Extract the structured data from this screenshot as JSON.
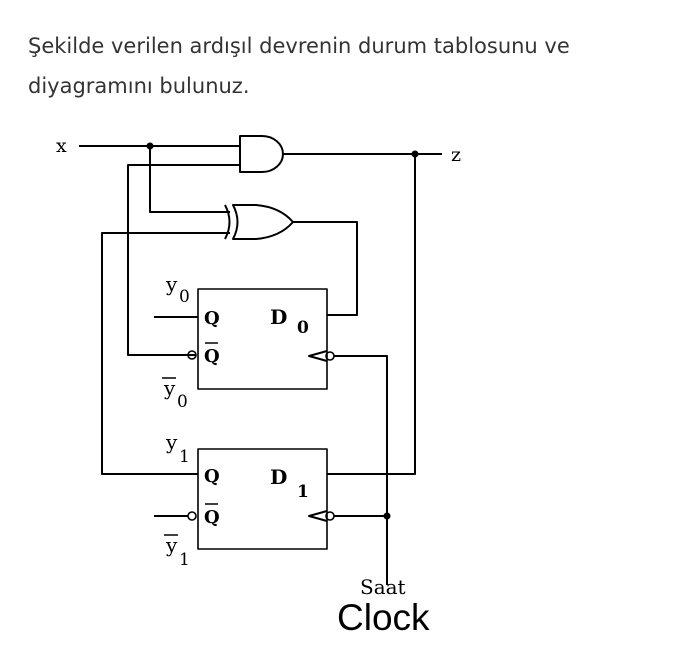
{
  "question": {
    "line1": "Şekilde verilen ardışıl devrenin durum tablosunu ve",
    "line2": "diyagramını bulunuz."
  },
  "circuit": {
    "labels": {
      "x": "x",
      "z": "z",
      "y0": "y",
      "y0_sub": "0",
      "y0bar": "y",
      "y0bar_sub": "0",
      "y1": "y",
      "y1_sub": "1",
      "y1bar": "y",
      "y1bar_sub": "1",
      "saat": "Saat",
      "clock": "Clock"
    },
    "ff0": {
      "q": "Q",
      "qbar": "Q",
      "d": "D",
      "d_sub": "0"
    },
    "ff1": {
      "q": "Q",
      "qbar": "Q",
      "d": "D",
      "d_sub": "1"
    }
  },
  "colors": {
    "text": "#333333",
    "wire": "#000000"
  }
}
